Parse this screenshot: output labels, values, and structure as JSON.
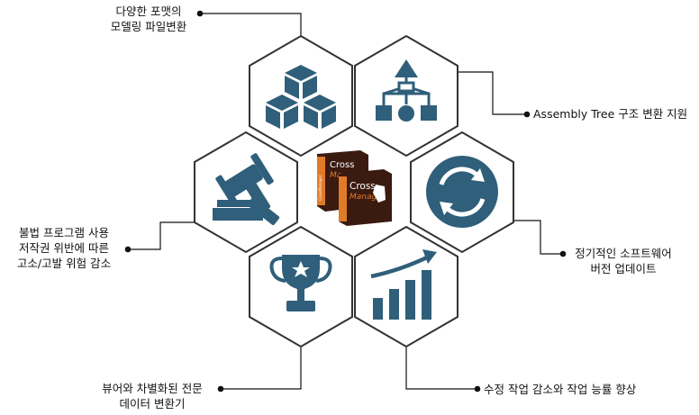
{
  "features": {
    "conversion": {
      "icon": "cubes-icon",
      "line1": "다양한 포맷의",
      "line2": "모델링 파일변환"
    },
    "assembly": {
      "icon": "hierarchy-tree-icon",
      "line1": "Assembly Tree 구조 변환 지원"
    },
    "legal": {
      "icon": "gavel-icon",
      "line1": "불법 프로그램 사용",
      "line2": "저작권 위반에 따른",
      "line3": "고소/고발 위험 감소"
    },
    "updates": {
      "icon": "refresh-cycle-icon",
      "line1": "정기적인 소프트웨어",
      "line2": "버전 업데이트"
    },
    "viewer": {
      "icon": "trophy-icon",
      "line1": "뷰어와 차별화된 전문",
      "line2": "데이터 변환기"
    },
    "efficiency": {
      "icon": "growth-bar-chart-icon",
      "line1": "수정 작업 감소와 작업 능률 향상"
    }
  },
  "center": {
    "icon": "product-box-icon",
    "box_front_title": "Cross",
    "box_front_subtitle": "Manager",
    "box_back_title": "Cross",
    "box_back_subtitle": "Ma",
    "box_logo": "CrossManager"
  },
  "colors": {
    "icon": "#2f5f7a",
    "hex_stroke": "#333333",
    "hex_fill": "#ffffff",
    "box_dark": "#3b1a10",
    "box_orange": "#e07b2a"
  }
}
